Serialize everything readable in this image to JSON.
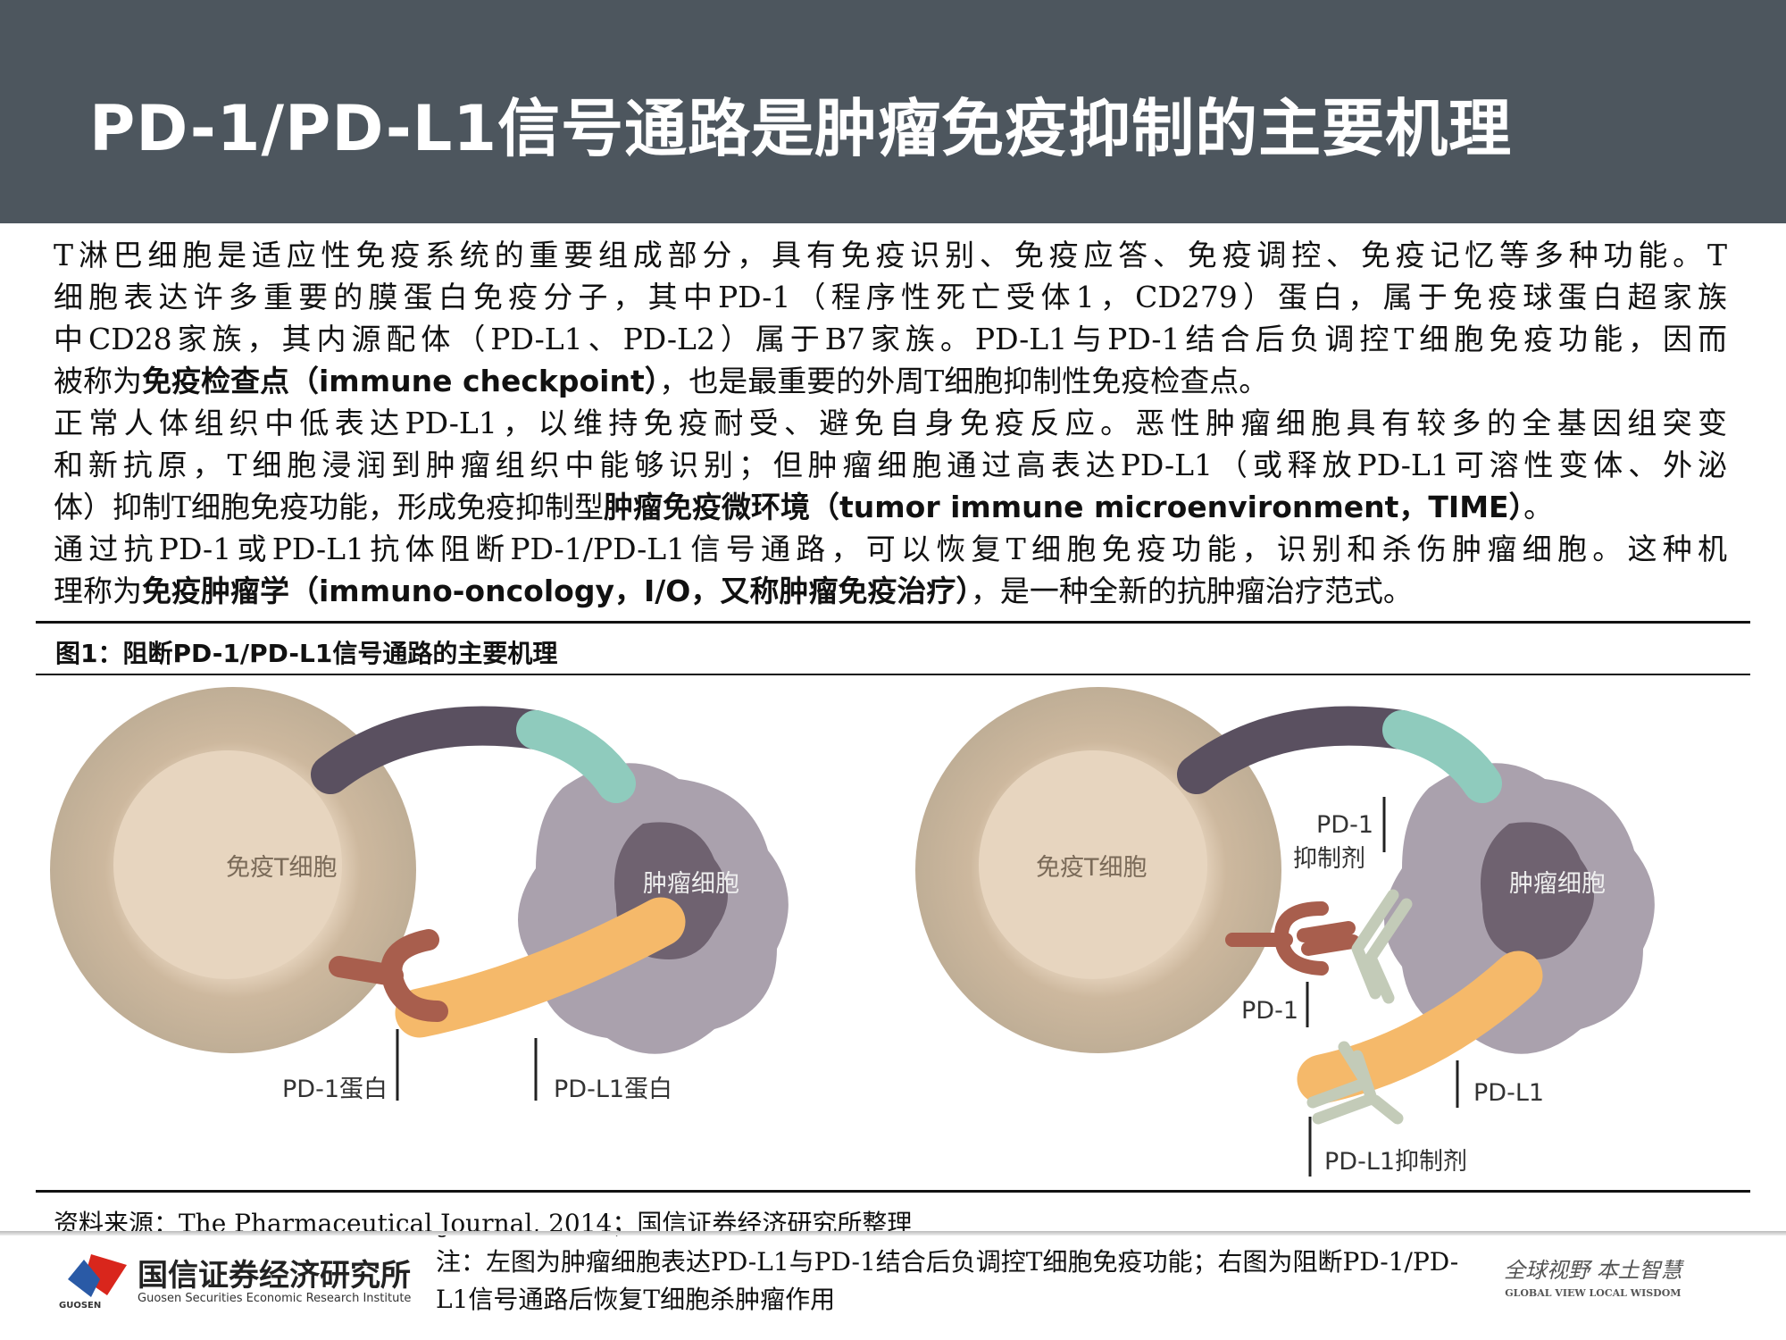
{
  "header": {
    "title": "PD-1/PD-L1信号通路是肿瘤免疫抑制的主要机理",
    "background": "#4d565e"
  },
  "body": {
    "lines": [
      [
        {
          "t": "T淋巴细胞是适应性免疫系统的重要组成部分，具有免疫识别、免疫应答、免疫调控、免疫记忆等多种功能。T",
          "b": false
        }
      ],
      [
        {
          "t": "细胞表达许多重要的膜蛋白免疫分子，其中PD-1（程序性死亡受体1，CD279）蛋白，属于免疫球蛋白超家族",
          "b": false
        }
      ],
      [
        {
          "t": "中CD28家族，其内源配体（PD-L1、PD-L2）属于B7家族。PD-L1与PD-1结合后负调控T细胞免疫功能，因而",
          "b": false
        }
      ],
      [
        {
          "t": "被称为",
          "b": false
        },
        {
          "t": "免疫检查点（immune checkpoint）",
          "b": true
        },
        {
          "t": "，也是最重要的外周T细胞抑制性免疫检查点。",
          "b": false
        }
      ],
      [
        {
          "t": "正常人体组织中低表达PD-L1，以维持免疫耐受、避免自身免疫反应。恶性肿瘤细胞具有较多的全基因组突变",
          "b": false
        }
      ],
      [
        {
          "t": "和新抗原，T细胞浸润到肿瘤组织中能够识别；但肿瘤细胞通过高表达PD-L1（或释放PD-L1可溶性变体、外泌",
          "b": false
        }
      ],
      [
        {
          "t": "体）抑制T细胞免疫功能，形成免疫抑制型",
          "b": false
        },
        {
          "t": "肿瘤免疫微环境（tumor immune microenvironment，TIME）",
          "b": true
        },
        {
          "t": "。",
          "b": false
        }
      ],
      [
        {
          "t": "通过抗PD-1或PD-L1抗体阻断PD-1/PD-L1信号通路，可以恢复T细胞免疫功能，识别和杀伤肿瘤细胞。这种机",
          "b": false
        }
      ],
      [
        {
          "t": "理称为",
          "b": false
        },
        {
          "t": "免疫肿瘤学（immuno-oncology，I/O，又称肿瘤免疫治疗）",
          "b": true
        },
        {
          "t": "，是一种全新的抗肿瘤治疗范式。",
          "b": false
        }
      ]
    ]
  },
  "figure": {
    "caption": "图1：阻断PD-1/PD-L1信号通路的主要机理",
    "left": {
      "t_cell": "免疫T细胞",
      "tumor_cell": "肿瘤细胞",
      "pd1": "PD-1蛋白",
      "pdl1": "PD-L1蛋白"
    },
    "right": {
      "t_cell": "免疫T细胞",
      "tumor_cell": "肿瘤细胞",
      "pd1_inhibitor_1": "PD-1",
      "pd1_inhibitor_2": "抑制剂",
      "pd1": "PD-1",
      "pdl1": "PD-L1",
      "pdl1_inhibitor": "PD-L1抑制剂"
    }
  },
  "source": "资料来源：The Pharmaceutical Journal, 2014；国信证券经济研究所整理",
  "footer": {
    "logo_cn": "国信证券经济研究所",
    "logo_en": "Guosen Securities Economic Research Institute",
    "logo_small": "GUOSEN",
    "note": "注：左图为肿瘤细胞表达PD-L1与PD-1结合后负调控T细胞免疫功能；右图为阻断PD-1/PD-L1信号通路后恢复T细胞杀肿瘤作用",
    "slogan_cn": "全球视野  本土智慧",
    "slogan_en": "GLOBAL VIEW   LOCAL WISDOM"
  }
}
